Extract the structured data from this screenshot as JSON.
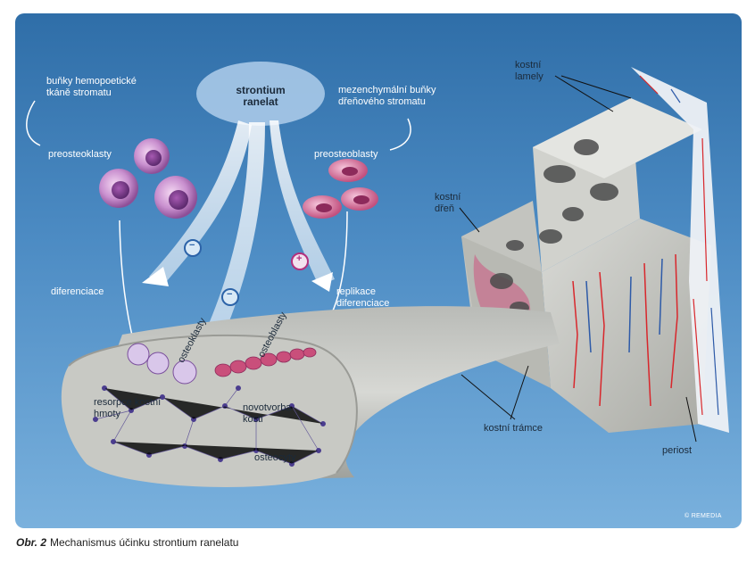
{
  "labels": {
    "strontium": "strontium ranelat",
    "hemopoietic": "buňky hemopoetické tkáně stromatu",
    "preosteoclasts": "preosteoklasty",
    "mesenchymal": "mezenchymální buňky dřeňového stromatu",
    "preosteoblasts": "preosteoblasty",
    "differentiation": "diferenciace",
    "replication": "replikace diferenciace",
    "osteoclasts": "osteoklasty",
    "osteoblasts": "osteoblasty",
    "resorption": "resorpce kostní hmoty",
    "formation": "novotvorba kosti",
    "osteocytes": "osteocyty",
    "lamellae": "kostní lamely",
    "marrow": "kostní dřeň",
    "trabeculae": "kostní trámce",
    "periosteum": "periost"
  },
  "signs": {
    "minus": "−",
    "plus": "+"
  },
  "caption": {
    "number": "Obr. 2",
    "text": "Mechanismus účinku strontium ranelatu"
  },
  "copyright": "© REMEDIA",
  "colors": {
    "background": "#3f7fbc",
    "bone": "#c8c9c4",
    "osteocyte": "#4b3d8f",
    "cell": "#a45ca8",
    "blood_red": "#d8262b",
    "blood_blue": "#2d5aa8"
  }
}
